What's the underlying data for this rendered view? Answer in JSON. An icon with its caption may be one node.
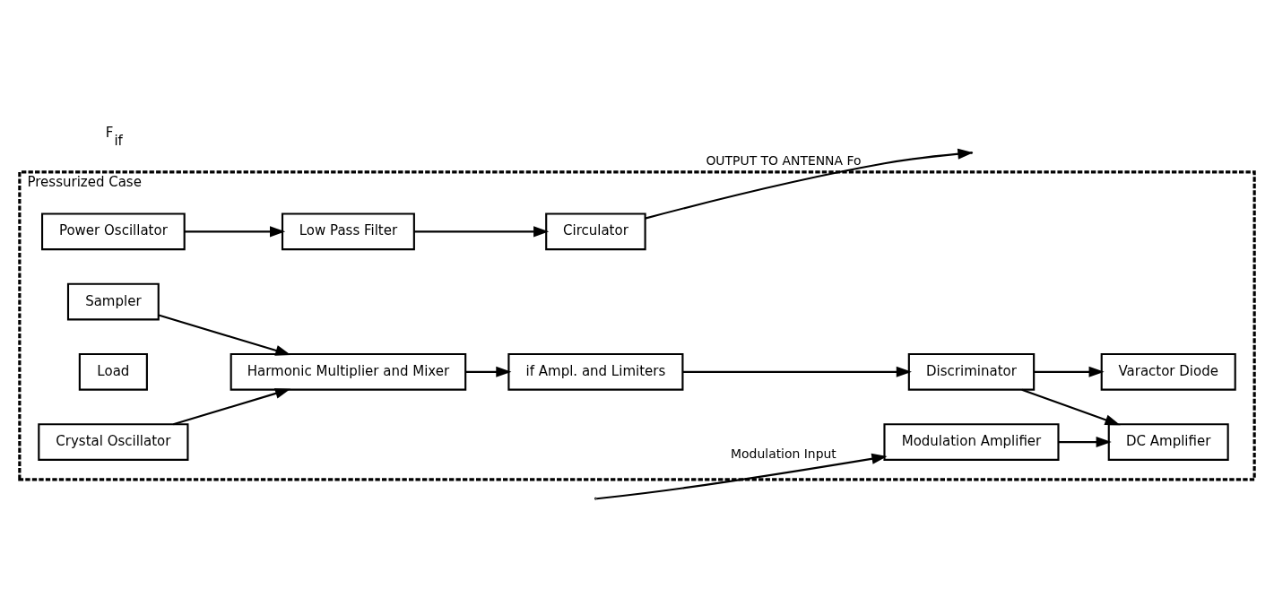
{
  "diagram": {
    "nodes": [
      {
        "text": [
          "Pressurized Case"
        ]
      },
      {
        "text": [
          "Varactor Diode"
        ],
        "in": 0
      },
      {
        "text": [
          "Power Oscillator"
        ],
        "in": 0
      },
      {
        "text": [
          "Sampler"
        ],
        "in": 0
      },
      {
        "text": [
          "Low Pass Filter"
        ],
        "in": 0
      },
      {
        "text": [
          "Circulator"
        ],
        "in": 0
      },
      {
        "text": [
          "Load"
        ],
        "in": 0
      },
      {
        "text": [
          "Modulation Amplifier"
        ],
        "in": 0
      },
      {
        "text": [
          "DC Amplifier"
        ],
        "in": 0
      },
      {
        "text": [
          "Discriminator"
        ],
        "in": 0
      },
      {
        "text": [
          "if Ampl. and Limiters"
        ],
        "in": 0
      },
      {
        "text": [
          "Harmonic Multiplier and Mixer"
        ],
        "in": 0
      },
      {
        "text": [
          "Crystal Oscillator"
        ],
        "in": 0
      }
    ],
    "edges": [
      {
        "from": 2,
        "to": 4,
        "arrow": "to"
      },
      {
        "from": 4,
        "to": 5,
        "arrow": "to"
      },
      {
        "from": 5,
        "to": null,
        "arrow": "to",
        "label": "OUTPUT TO ANTENNA Fo"
      },
      {
        "from": null,
        "to": 7,
        "arrow": "to",
        "label": "Modulation Input"
      },
      {
        "from": 7,
        "to": 8,
        "arrow": "to"
      },
      {
        "from": 3,
        "to": 11,
        "arrow": "to"
      },
      {
        "from": 12,
        "to": 11,
        "arrow": "to"
      },
      {
        "from": 11,
        "to": 10,
        "arrow": "to"
      },
      {
        "from": 10,
        "to": 9,
        "arrow": "to"
      },
      {
        "from": 9,
        "to": 8,
        "arrow": "to"
      },
      {
        "from": 9,
        "to": 1,
        "arrow": "to"
      }
    ],
    "labels": [
      "F$_{if}$"
    ]
  }
}
